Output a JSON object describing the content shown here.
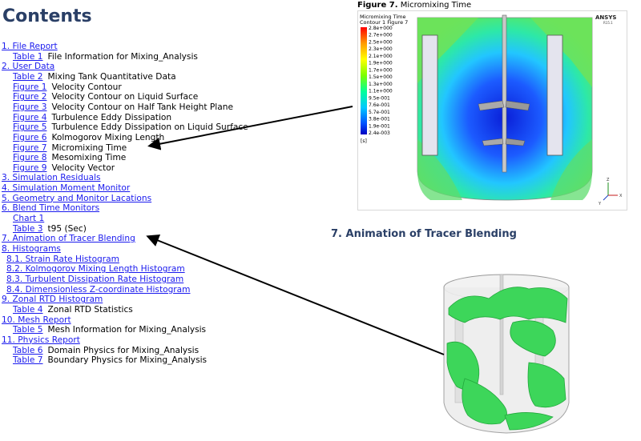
{
  "contents_title": "Contents",
  "toc": [
    {
      "kind": "link",
      "link": "1. File Report"
    },
    {
      "kind": "sub",
      "link": "Table 1",
      "caption": "File Information for Mixing_Analysis"
    },
    {
      "kind": "link",
      "link": "2. User Data"
    },
    {
      "kind": "sub",
      "link": "Table 2",
      "caption": "Mixing Tank Quantitative Data"
    },
    {
      "kind": "sub",
      "link": "Figure 1",
      "caption": "Velocity Contour"
    },
    {
      "kind": "sub",
      "link": "Figure 2",
      "caption": "Velocity Contour on Liquid Surface"
    },
    {
      "kind": "sub",
      "link": "Figure 3",
      "caption": "Velocity Contour on Half Tank Height Plane"
    },
    {
      "kind": "sub",
      "link": "Figure 4",
      "caption": "Turbulence Eddy Dissipation"
    },
    {
      "kind": "sub",
      "link": "Figure 5",
      "caption": "Turbulence Eddy Dissipation on Liquid Surface"
    },
    {
      "kind": "sub",
      "link": "Figure 6",
      "caption": "Kolmogorov Mixing Length"
    },
    {
      "kind": "sub",
      "link": "Figure 7",
      "caption": "Micromixing Time"
    },
    {
      "kind": "sub",
      "link": "Figure 8",
      "caption": "Mesomixing Time"
    },
    {
      "kind": "sub",
      "link": "Figure 9",
      "caption": "Velocity Vector"
    },
    {
      "kind": "link",
      "link": "3. Simulation Residuals"
    },
    {
      "kind": "link",
      "link": "4. Simulation Moment Monitor"
    },
    {
      "kind": "link",
      "link": "5. Geometry and Monitor Lacations"
    },
    {
      "kind": "link",
      "link": "6. Blend Time Monitors"
    },
    {
      "kind": "sub",
      "link": "Chart 1",
      "caption": ""
    },
    {
      "kind": "sub",
      "link": "Table 3",
      "caption": "t95 (Sec)"
    },
    {
      "kind": "link",
      "link": "7. Animation of Tracer Blending"
    },
    {
      "kind": "link",
      "link": "8. Histograms"
    },
    {
      "kind": "subsec",
      "link": "8.1. Strain Rate Histogram"
    },
    {
      "kind": "subsec",
      "link": "8.2. Kolmogorov Mixing Length Histogram"
    },
    {
      "kind": "subsec",
      "link": "8.3. Turbulent Dissipation Rate Histogram"
    },
    {
      "kind": "subsec",
      "link": "8.4. Dimensionless Z-coordinate Histogram"
    },
    {
      "kind": "link",
      "link": "9. Zonal RTD Histogram"
    },
    {
      "kind": "sub",
      "link": "Table 4",
      "caption": "Zonal RTD Statistics"
    },
    {
      "kind": "link",
      "link": "10. Mesh Report"
    },
    {
      "kind": "sub",
      "link": "Table 5",
      "caption": "Mesh Information for Mixing_Analysis"
    },
    {
      "kind": "link",
      "link": "11. Physics Report"
    },
    {
      "kind": "sub",
      "link": "Table 6",
      "caption": "Domain Physics for Mixing_Analysis"
    },
    {
      "kind": "sub",
      "link": "Table 7",
      "caption": "Boundary Physics for Mixing_Analysis"
    }
  ],
  "figure7": {
    "caption_label": "Figure 7.",
    "caption_text": "Micromixing Time",
    "legend_title_1": "Micromixing Time",
    "legend_title_2": "Contour 1 Figure 7",
    "legend_values": [
      "2.8e+000",
      "2.7e+000",
      "2.5e+000",
      "2.3e+000",
      "2.1e+000",
      "1.9e+000",
      "1.7e+000",
      "1.5e+000",
      "1.3e+000",
      "1.1e+000",
      "9.5e-001",
      "7.6e-001",
      "5.7e-001",
      "3.8e-001",
      "1.9e-001",
      "2.4e-003"
    ],
    "legend_unit": "[s]",
    "brand": "ANSYS",
    "brand_sub": "R15.1",
    "axis_z": "Z",
    "axis_x": "X",
    "axis_y": "Y"
  },
  "section7_heading": "7. Animation of Tracer Blending",
  "colors": {
    "link": "#1a1aee",
    "heading": "#2a3f66",
    "tracer_green": "#3dd65a"
  }
}
